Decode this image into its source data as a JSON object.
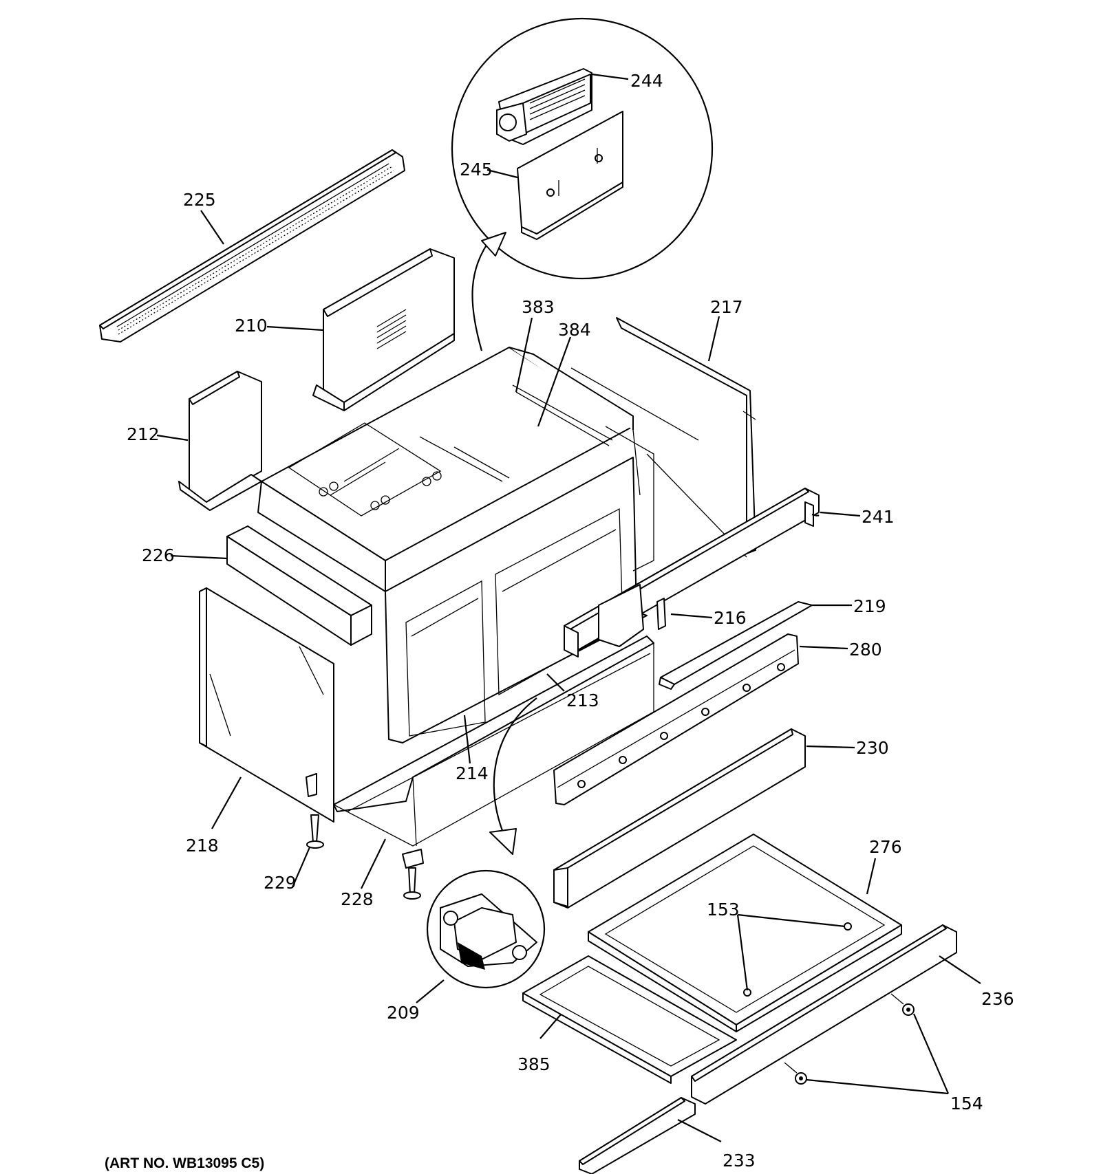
{
  "art_number": "(ART NO. WB13095 C5)",
  "labels": {
    "p225": "225",
    "p210": "210",
    "p212": "212",
    "p226": "226",
    "p218": "218",
    "p229": "229",
    "p228": "228",
    "p209": "209",
    "p214": "214",
    "p213": "213",
    "p383": "383",
    "p384": "384",
    "p217": "217",
    "p241": "241",
    "p216": "216",
    "p219": "219",
    "p280": "280",
    "p230": "230",
    "p276": "276",
    "p153": "153",
    "p236": "236",
    "p385": "385",
    "p154": "154",
    "p233": "233",
    "p244": "244",
    "p245": "245"
  }
}
